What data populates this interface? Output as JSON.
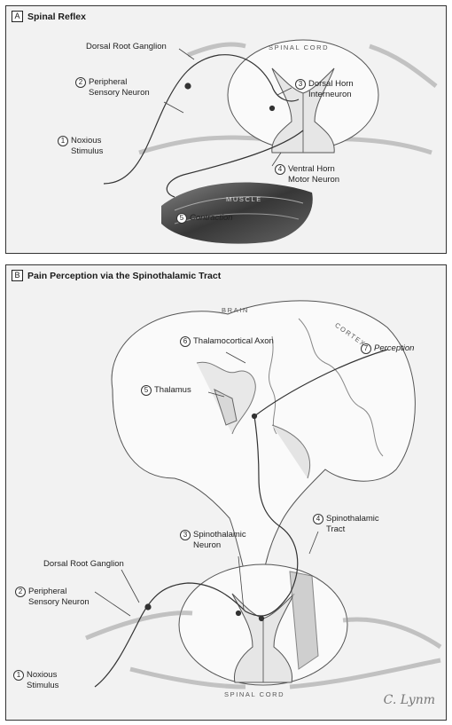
{
  "panel_a": {
    "letter": "A",
    "title": "Spinal Reflex",
    "labels": {
      "dorsal_root_ganglion": "Dorsal Root Ganglion",
      "spinal_cord": "SPINAL CORD",
      "peripheral_num": "2",
      "peripheral_line1": "Peripheral",
      "peripheral_line2": "Sensory Neuron",
      "dorsal_horn_num": "3",
      "dorsal_horn_line1": "Dorsal Horn",
      "dorsal_horn_line2": "Interneuron",
      "noxious_num": "1",
      "noxious_line1": "Noxious",
      "noxious_line2": "Stimulus",
      "ventral_num": "4",
      "ventral_line1": "Ventral Horn",
      "ventral_line2": "Motor Neuron",
      "muscle": "MUSCLE",
      "contraction_num": "5",
      "contraction": "Contraction"
    }
  },
  "panel_b": {
    "letter": "B",
    "title": "Pain Perception via the Spinothalamic Tract",
    "labels": {
      "brain": "BRAIN",
      "cortex": "CORTEX",
      "thalamocortical_num": "6",
      "thalamocortical": "Thalamocortical Axon",
      "perception_num": "7",
      "perception": "Perception",
      "thalamus_num": "5",
      "thalamus": "Thalamus",
      "spinothalamic_neuron_num": "3",
      "spinothalamic_neuron_line1": "Spinothalamic",
      "spinothalamic_neuron_line2": "Neuron",
      "tract_num": "4",
      "tract_line1": "Spinothalamic",
      "tract_line2": "Tract",
      "dorsal_root_ganglion": "Dorsal Root Ganglion",
      "peripheral_num": "2",
      "peripheral_line1": "Peripheral",
      "peripheral_line2": "Sensory Neuron",
      "noxious_num": "1",
      "noxious_line1": "Noxious",
      "noxious_line2": "Stimulus",
      "spinal_cord": "SPINAL CORD"
    },
    "signature": "C. Lynm"
  }
}
